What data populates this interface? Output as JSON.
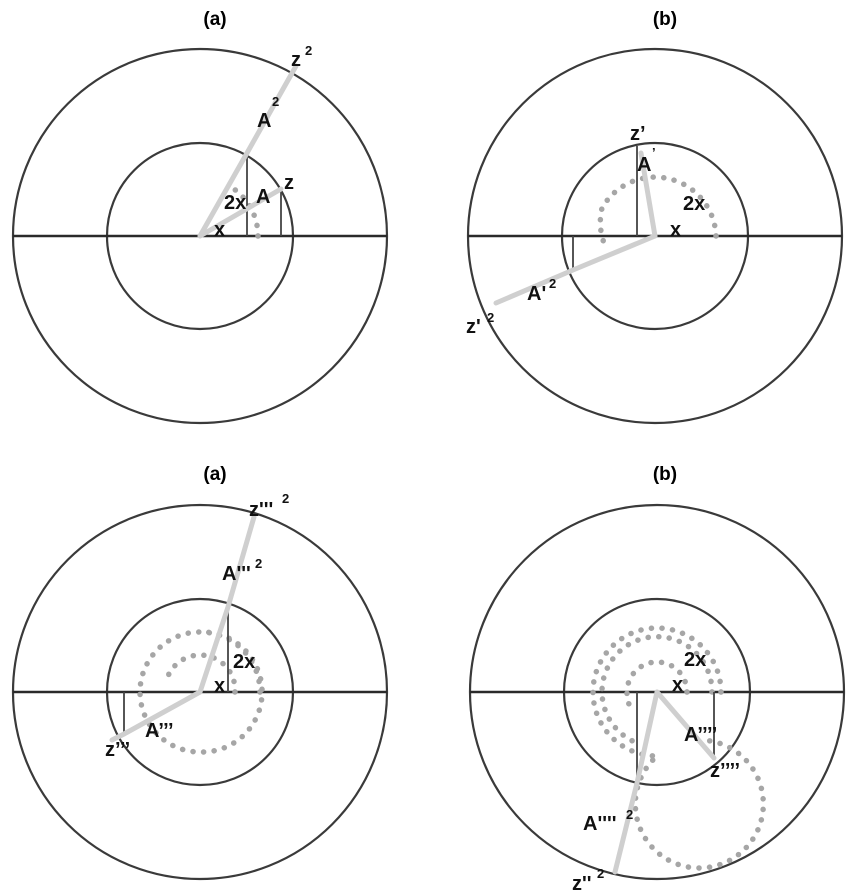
{
  "panels": [
    {
      "title": "(a)",
      "labels": {
        "z2": "z",
        "z2_sup": "2",
        "a2": "A",
        "a2_sup": "2",
        "z": "z",
        "a": "A",
        "two_x": "2x",
        "x": "x"
      }
    },
    {
      "title": "(b)",
      "labels": {
        "z": "z’",
        "a": "A",
        "a_sup": "’",
        "two_x": "2x",
        "x": "x",
        "a2": "A'",
        "a2_sup": "2",
        "z2": "z'",
        "z2_sup": "2"
      }
    },
    {
      "title": "(a)",
      "labels": {
        "z2": "z'''",
        "z2_sup": "2",
        "a2": "A'''",
        "a2_sup": "2",
        "two_x": "2x",
        "x": "x",
        "a": "A’’’",
        "z": "z’’’"
      }
    },
    {
      "title": "(b)",
      "labels": {
        "two_x": "2x",
        "x": "x",
        "a": "A’’’’",
        "z": "z’’’’",
        "a2": "A''''",
        "a2_sup": "2",
        "z2": "z''",
        "z2_sup": "2"
      }
    }
  ]
}
